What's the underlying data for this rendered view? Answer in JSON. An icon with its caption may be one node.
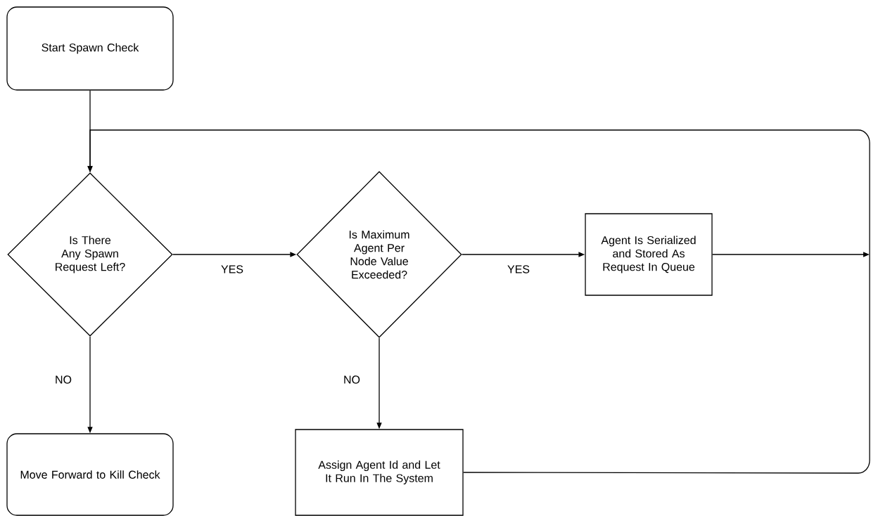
{
  "diagram": {
    "nodes": [
      {
        "text": [
          "Start Spawn Check"
        ]
      },
      {
        "text": [
          "Is There Any Spawn Request Left?"
        ]
      },
      {
        "text": [
          "Is Maximum Agent Per Node Value Exceeded?"
        ]
      },
      {
        "text": [
          "Agent Is Serialized and Stored As Request In Queue"
        ]
      },
      {
        "text": [
          "Move Forward to Kill Check"
        ]
      },
      {
        "text": [
          "Assign Agent Id and Let It Run In The System"
        ]
      }
    ],
    "edges": [
      {
        "from": 0,
        "to": 1,
        "arrow": "to"
      },
      {
        "from": 1,
        "to": 2,
        "arrow": "to",
        "label": "YES"
      },
      {
        "from": 2,
        "to": 3,
        "arrow": "to",
        "label": "YES"
      },
      {
        "from": 3,
        "to": null,
        "arrow": "to"
      },
      {
        "from": 1,
        "to": 4,
        "arrow": "to",
        "label": "NO"
      },
      {
        "from": 2,
        "to": 5,
        "arrow": "to",
        "label": "NO"
      },
      {
        "from": 5,
        "to": 1,
        "arrow": "to"
      }
    ]
  }
}
